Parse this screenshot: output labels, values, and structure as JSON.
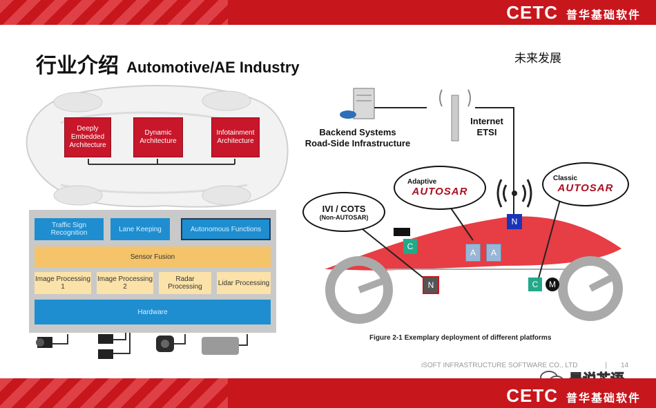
{
  "header": {
    "logo": "CETC",
    "logo_sub": "普华基础软件"
  },
  "title": {
    "cn": "行业介绍",
    "en": "Automotive/AE Industry"
  },
  "future_label": "未来发展",
  "car_diagram": {
    "boxes": [
      "Deeply Embedded Architecture",
      "Dynamic Architecture",
      "Infotainment Architecture"
    ]
  },
  "stack": {
    "row1": [
      "Traffic Sign Recognition",
      "Lane Keeping",
      "Autonomous Functions"
    ],
    "sensor_fusion": "Sensor Fusion",
    "row3": [
      "Image Processing 1",
      "Image Processing 2",
      "Radar Processing",
      "Lidar Processing"
    ],
    "hardware": "Hardware"
  },
  "deployment": {
    "backend_line1": "Backend Systems",
    "backend_line2": "Road-Side Infrastructure",
    "internet_line1": "Internet",
    "internet_line2": "ETSI",
    "adaptive_label": "Adaptive",
    "classic_label": "Classic",
    "autosar": "AUTOSAR",
    "ivi_line1": "IVI / COTS",
    "ivi_line2": "(Non-AUTOSAR)",
    "nodes": {
      "c": "C",
      "a": "A",
      "n": "N",
      "m": "M"
    },
    "caption": "Figure 2-1 Exemplary deployment of different platforms"
  },
  "footer": {
    "company": "iSOFT INFRASTRUCTURE SOFTWARE CO., LTD",
    "separator": "|",
    "page": "14",
    "watermark": "是说芯语",
    "logo": "CETC",
    "logo_sub": "普华基础软件"
  },
  "colors": {
    "brand_red": "#c8161d",
    "stack_blue": "#1e8ed0"
  }
}
